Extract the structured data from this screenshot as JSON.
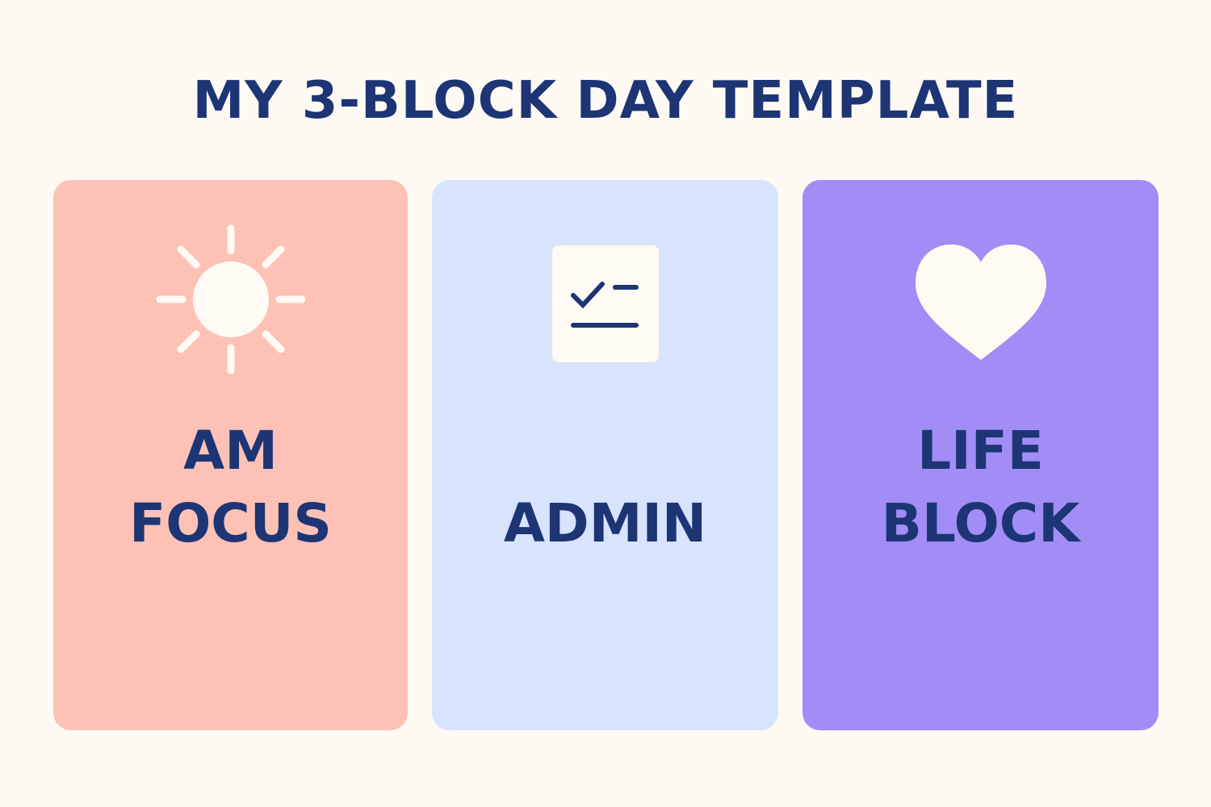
{
  "title": "MY 3-BLOCK DAY TEMPLATE",
  "blocks": [
    {
      "line1": "AM",
      "line2": "FOCUS",
      "icon": "sun-icon",
      "color": "#fec1b6"
    },
    {
      "line1": "ADMIN",
      "icon": "checklist-icon",
      "color": "#d8e3fd"
    },
    {
      "line1": "LIFE",
      "line2": "BLOCK",
      "icon": "heart-icon",
      "color": "#a28df6"
    }
  ]
}
